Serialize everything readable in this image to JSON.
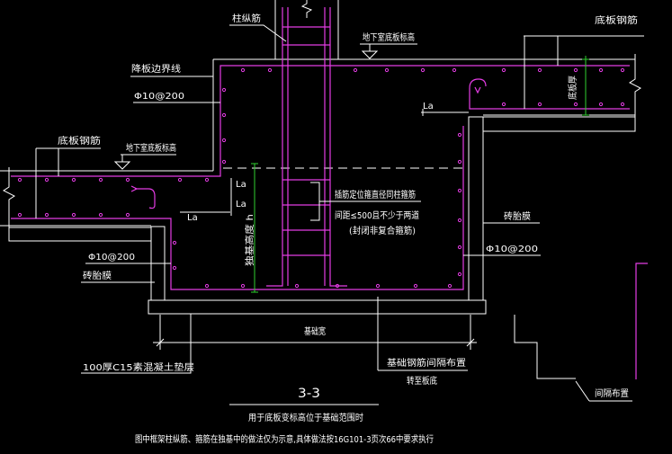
{
  "drawing": {
    "section_title": "3-3",
    "caption": "用于底板变标高位于基础范围时",
    "note": "图中框架柱纵筋、箍筋在独基中的做法仅为示意,具体做法按16G101-3页次66中要求执行"
  },
  "labels": {
    "column_rebar": "柱纵筋",
    "basement_slab_elev_top": "地下室底板标高",
    "slab_rebar_top": "底板钢筋",
    "drop_slab_boundary": "降板边界线",
    "rebar_spec_top_left": "Φ10@200",
    "la_top": "La",
    "slab_thickness": "底板厚",
    "slab_rebar_left": "底板钢筋",
    "basement_slab_elev_left": "地下室底板标高",
    "la_1": "La",
    "la_2": "La",
    "la_3": "La",
    "footing_height": "独基高度 h",
    "stirrup_note_1": "插筋定位箍直径同柱箍筋",
    "stirrup_note_2": "间距≤500且不少于两道",
    "stirrup_note_3": "(封闭非复合箍筋)",
    "brick_form_right": "砖胎膜",
    "rebar_spec_right": "Φ10@200",
    "rebar_spec_left": "Φ10@200",
    "brick_form_left": "砖胎膜",
    "footing_width": "基础宽",
    "cushion": "100厚C15素混凝土垫层",
    "footing_rebar_alt": "基础钢筋间隔布置",
    "turn_to_slab_bottom": "转至板底",
    "alternate_layout": "间隔布置"
  },
  "colors": {
    "background": "#000000",
    "outline": "#ffffff",
    "rebar": "#e43ce4",
    "dimension": "#2fd12f",
    "text": "#ffffff",
    "hatch": "#9a9a9a"
  }
}
